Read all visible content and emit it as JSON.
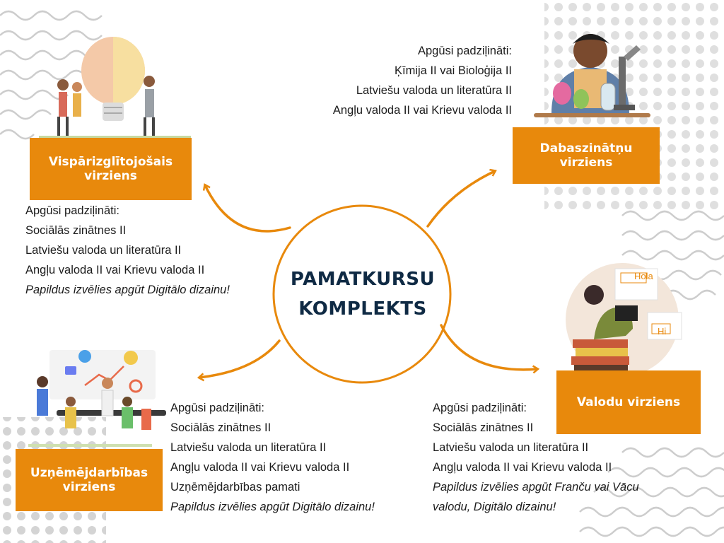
{
  "center": {
    "line1": "PAMATKURSU",
    "line2": "KOMPLEKTS"
  },
  "branches": {
    "general": {
      "title_line1": "Vispārizglītojošais",
      "title_line2": "virziens",
      "items": [
        "Apgūsi padziļināti:",
        "Sociālās zinātnes II",
        "Latviešu valoda un literatūra II",
        "Angļu valoda II vai Krievu valoda II"
      ],
      "note": "Papildus izvēlies apgūt Digitālo dizainu!"
    },
    "science": {
      "title_line1": "Dabaszinātņu",
      "title_line2": "virziens",
      "items": [
        "Apgūsi padziļināti:",
        "Ķīmija II vai Bioloģija II",
        "Latviešu valoda un literatūra II",
        "Angļu valoda II vai Krievu valoda II"
      ]
    },
    "business": {
      "title_line1": "Uzņēmējdarbības",
      "title_line2": "virziens",
      "items": [
        "Apgūsi padziļināti:",
        "Sociālās zinātnes II",
        "Latviešu valoda un literatūra II",
        "Angļu valoda II vai Krievu valoda II",
        "Uzņēmējdarbības pamati"
      ],
      "note": "Papildus izvēlies apgūt Digitālo dizainu!"
    },
    "languages": {
      "title": "Valodu virziens",
      "items": [
        "Apgūsi padziļināti:",
        "Sociālās zinātnes II",
        "Latviešu valoda un literatūra II",
        "Angļu valoda II vai Krievu valoda II"
      ],
      "note_line1": "Papildus izvēlies apgūt Franču vai Vācu",
      "note_line2": "valodu, Digitālo dizainu!"
    }
  },
  "illustrations": {
    "bubble_hola": "Hola",
    "bubble_hi": "Hi"
  },
  "colors": {
    "accent": "#e8890c",
    "title": "#0f2a44",
    "text": "#1c1c1c",
    "decor": "#c9c9c9"
  }
}
